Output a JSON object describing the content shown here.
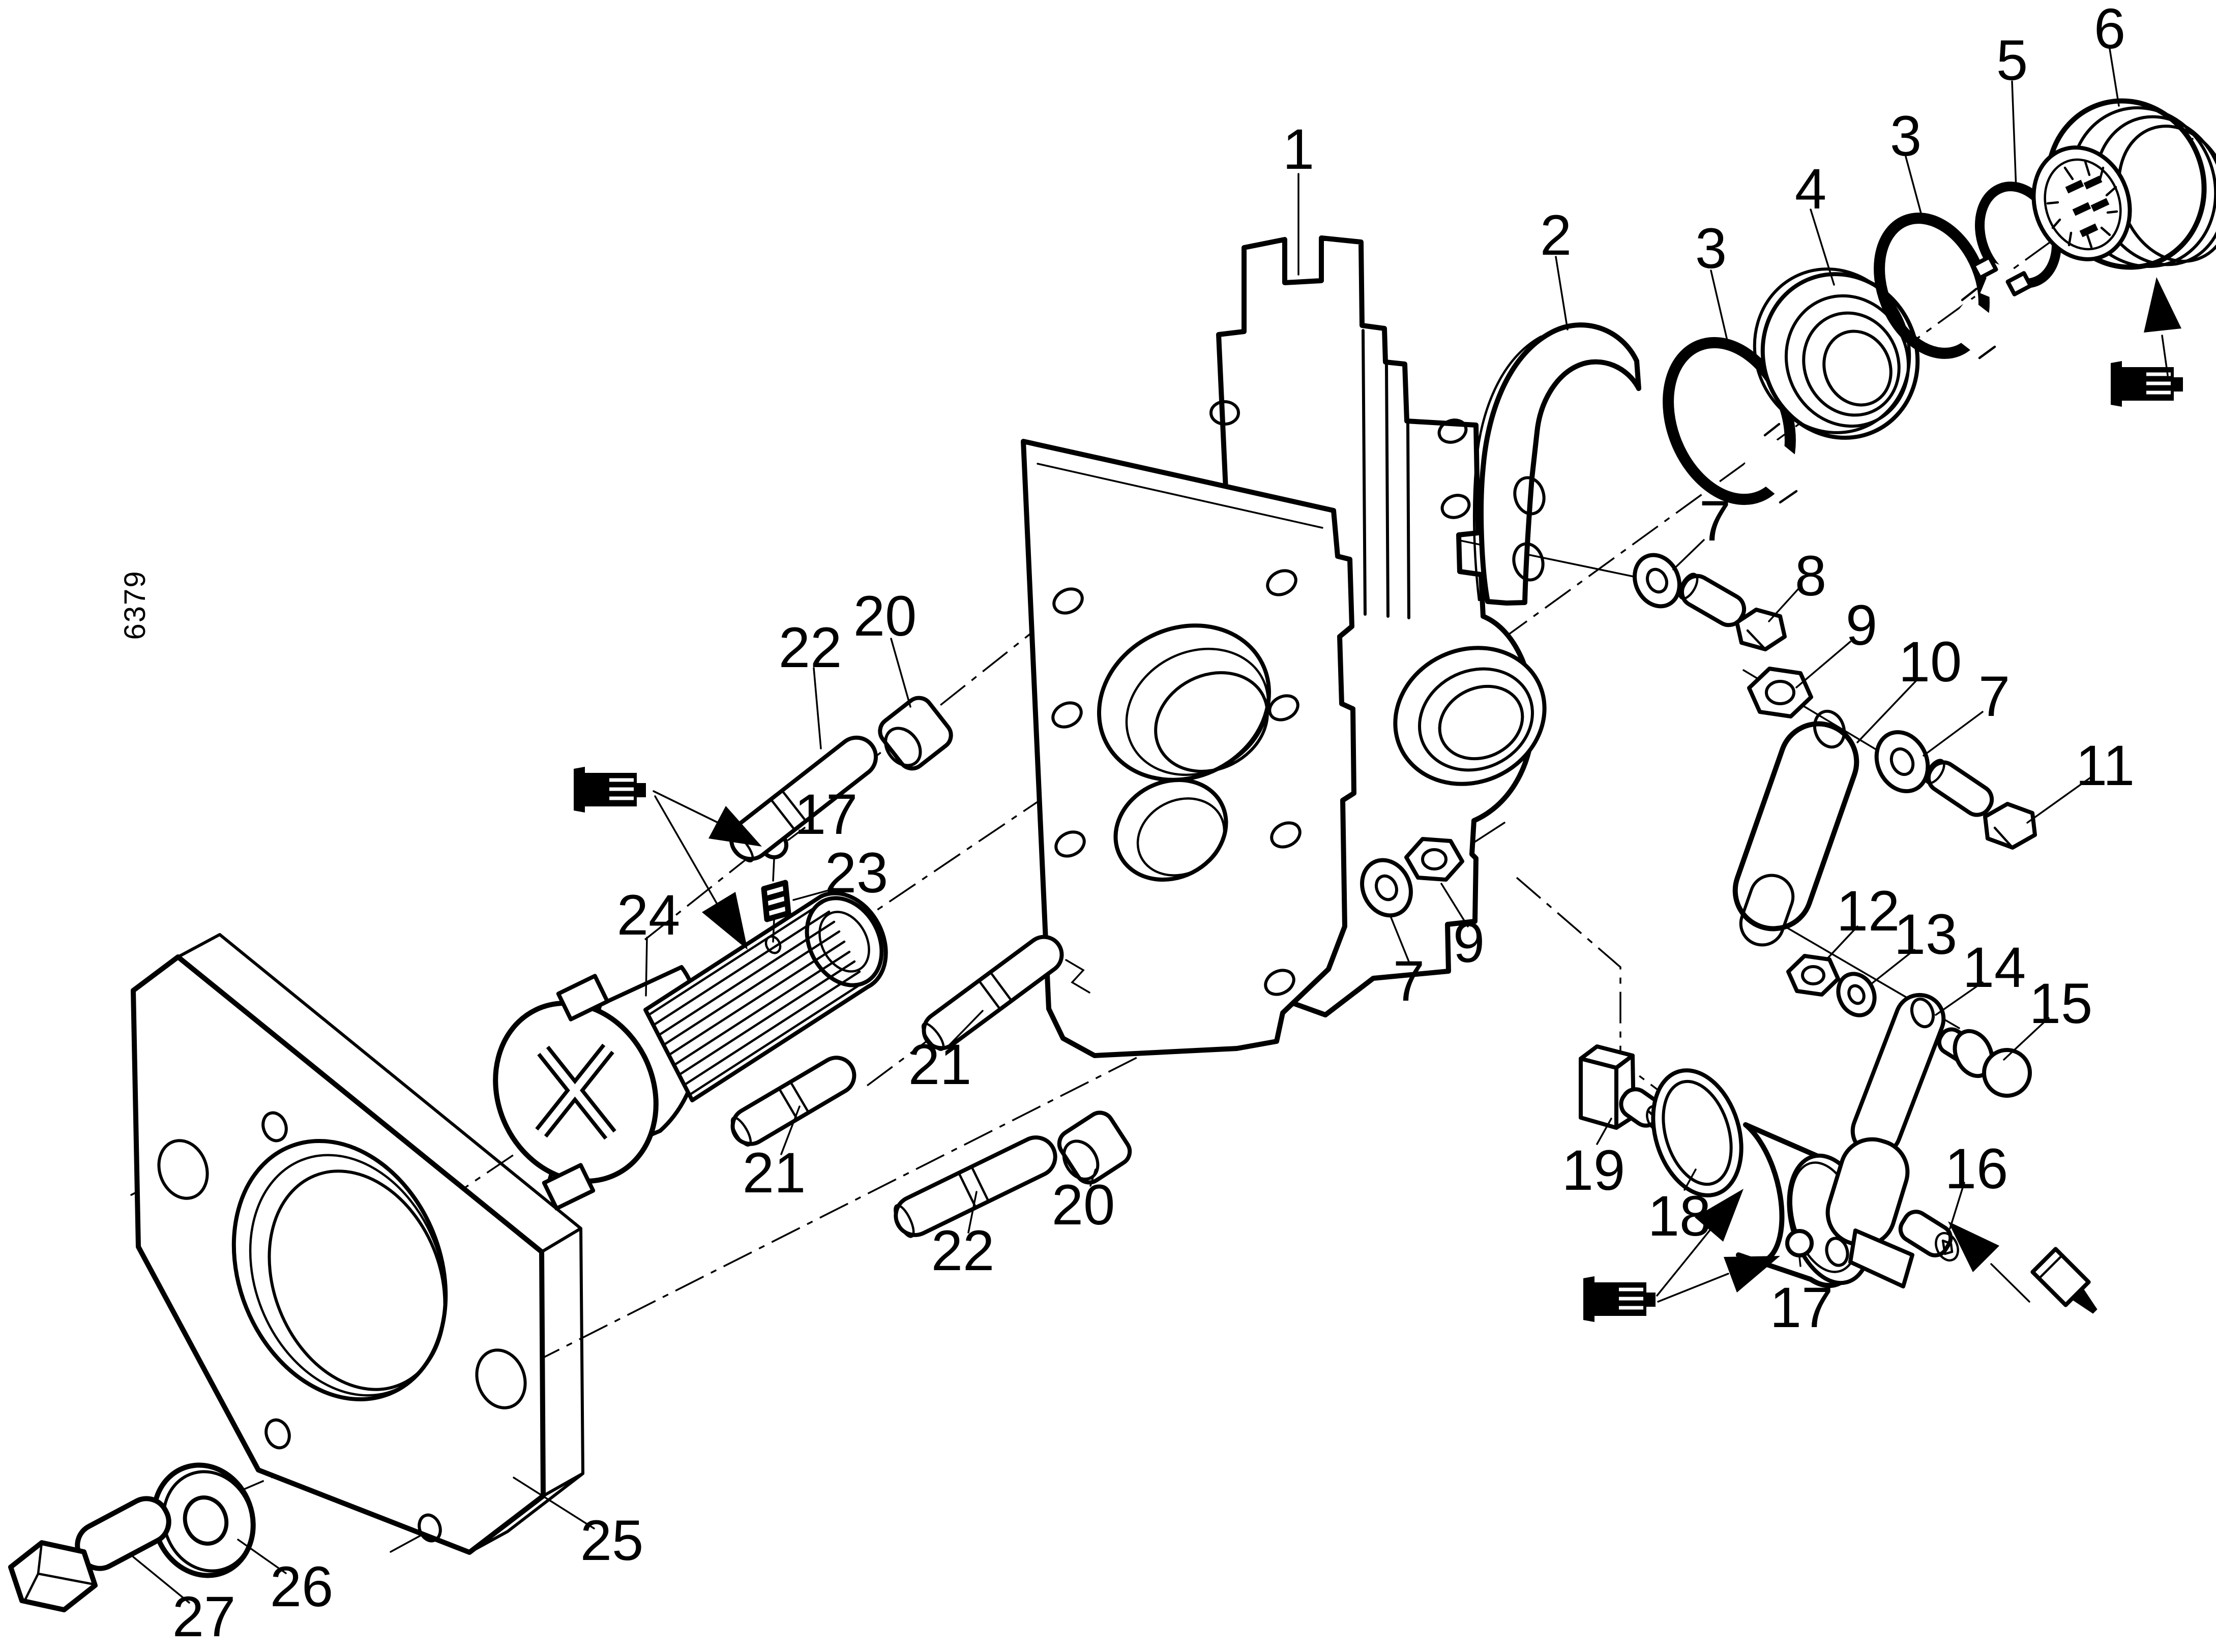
{
  "figure": {
    "number": "6379"
  },
  "colors": {
    "line": "#000000",
    "background": "#ffffff"
  },
  "symbols": [
    {
      "name": "grease-gun-icon",
      "meaning": "apply grease",
      "count": 3
    },
    {
      "name": "sealant-tube-icon",
      "meaning": "apply sealant",
      "count": 1
    }
  ],
  "callouts": [
    {
      "label": "1"
    },
    {
      "label": "2"
    },
    {
      "label": "3"
    },
    {
      "label": "4"
    },
    {
      "label": "3"
    },
    {
      "label": "5"
    },
    {
      "label": "6"
    },
    {
      "label": "7"
    },
    {
      "label": "8"
    },
    {
      "label": "9"
    },
    {
      "label": "10"
    },
    {
      "label": "7"
    },
    {
      "label": "11"
    },
    {
      "label": "12"
    },
    {
      "label": "13"
    },
    {
      "label": "14"
    },
    {
      "label": "15"
    },
    {
      "label": "16"
    },
    {
      "label": "17"
    },
    {
      "label": "18"
    },
    {
      "label": "19"
    },
    {
      "label": "20"
    },
    {
      "label": "22"
    },
    {
      "label": "17"
    },
    {
      "label": "23"
    },
    {
      "label": "24"
    },
    {
      "label": "21"
    },
    {
      "label": "21"
    },
    {
      "label": "20"
    },
    {
      "label": "22"
    },
    {
      "label": "25"
    },
    {
      "label": "26"
    },
    {
      "label": "27"
    },
    {
      "label": "7"
    },
    {
      "label": "9"
    }
  ]
}
